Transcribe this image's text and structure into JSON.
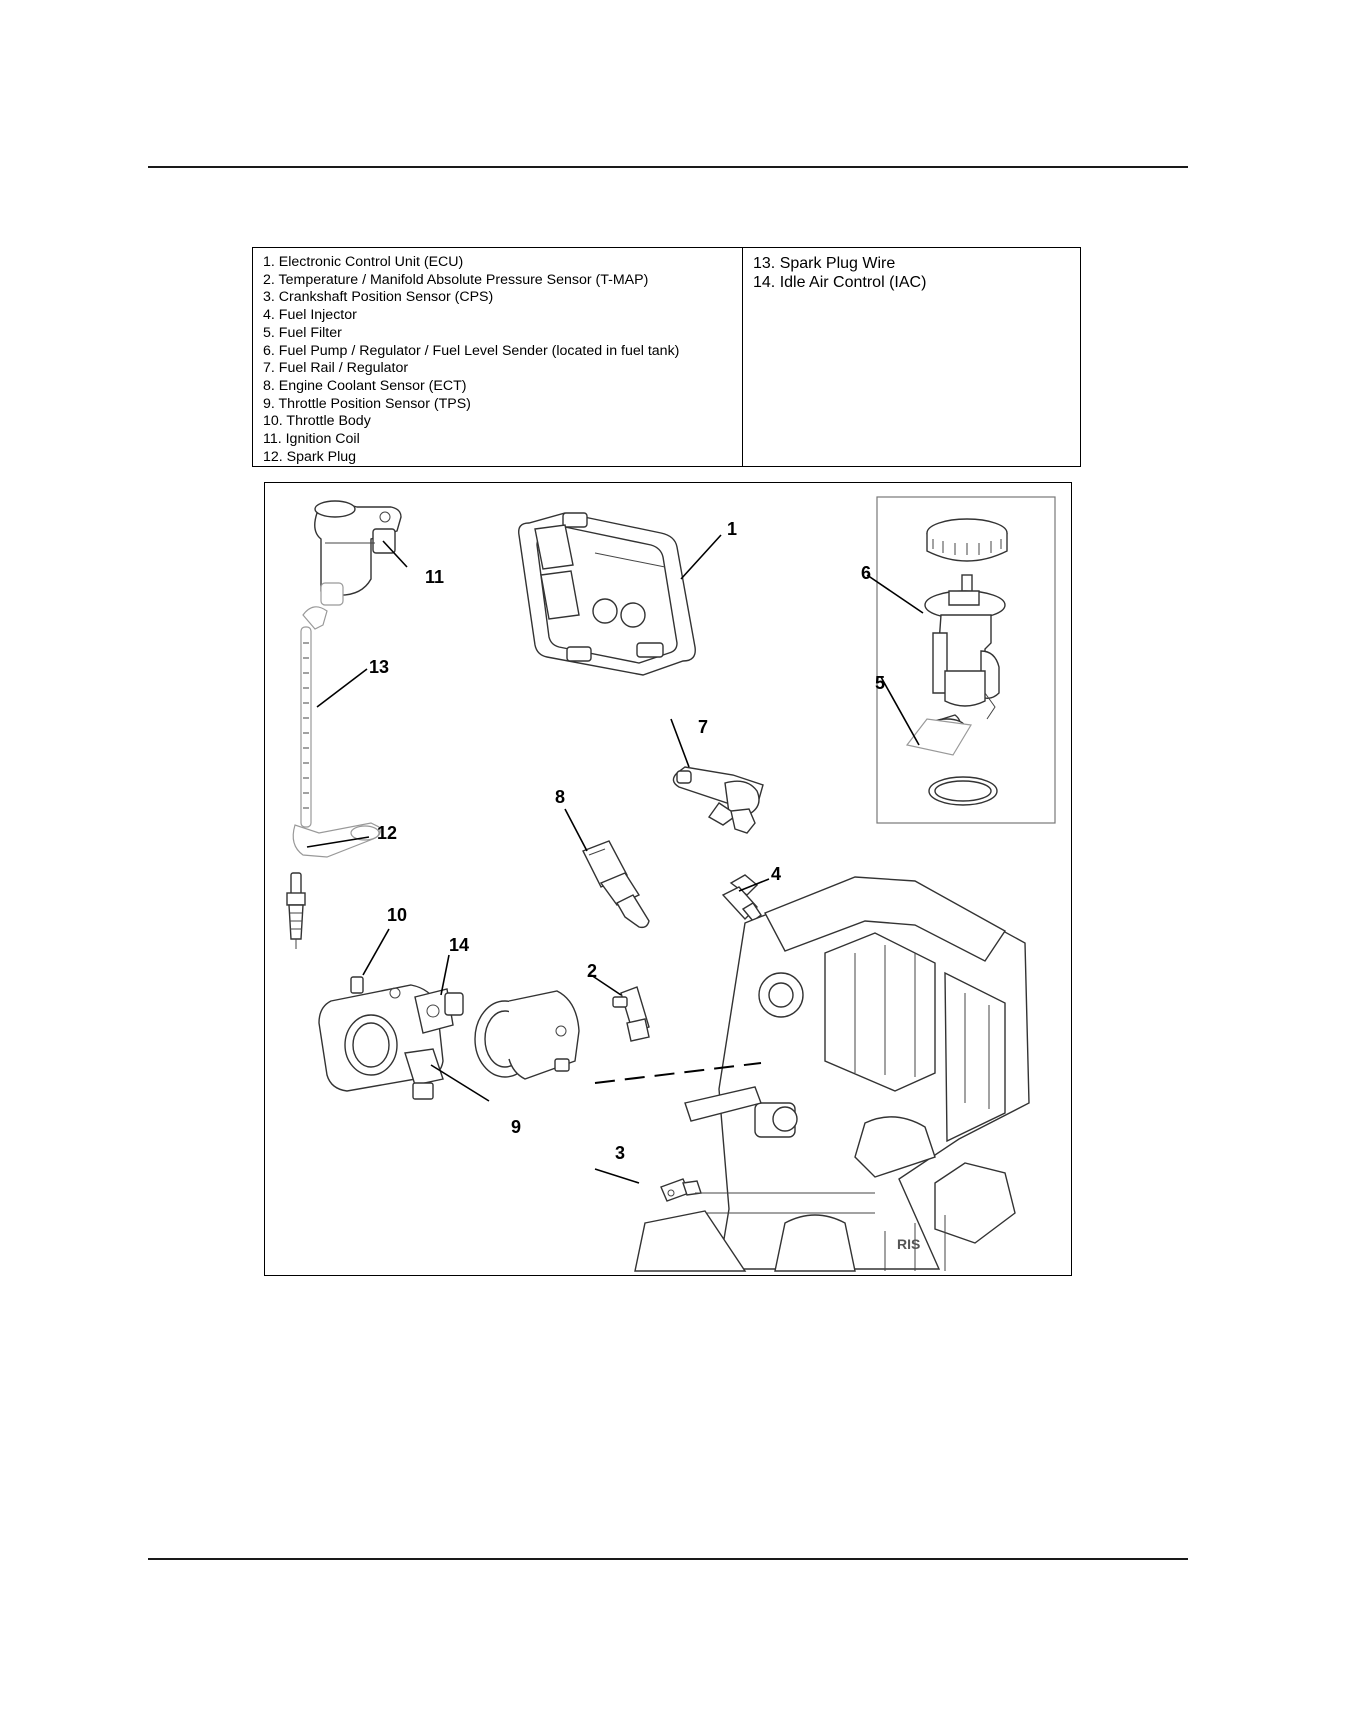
{
  "legend": {
    "left_items": [
      "1. Electronic Control Unit (ECU)",
      "2. Temperature / Manifold Absolute Pressure Sensor (T-MAP)",
      "3. Crankshaft Position Sensor (CPS)",
      "4. Fuel Injector",
      "5. Fuel Filter",
      "6. Fuel Pump / Regulator / Fuel Level Sender (located in fuel tank)",
      "7. Fuel Rail / Regulator",
      "8. Engine Coolant Sensor (ECT)",
      "9. Throttle Position Sensor (TPS)",
      "10. Throttle Body",
      "11. Ignition Coil",
      "12. Spark Plug"
    ],
    "right_items": [
      "13. Spark Plug Wire",
      "14. Idle Air Control (IAC)"
    ]
  },
  "callouts": {
    "c1": "1",
    "c2": "2",
    "c3": "3",
    "c4": "4",
    "c5": "5",
    "c6": "6",
    "c7": "7",
    "c8": "8",
    "c9": "9",
    "c10": "10",
    "c11": "11",
    "c12": "12",
    "c13": "13",
    "c14": "14"
  },
  "engine_badge": "RIS"
}
